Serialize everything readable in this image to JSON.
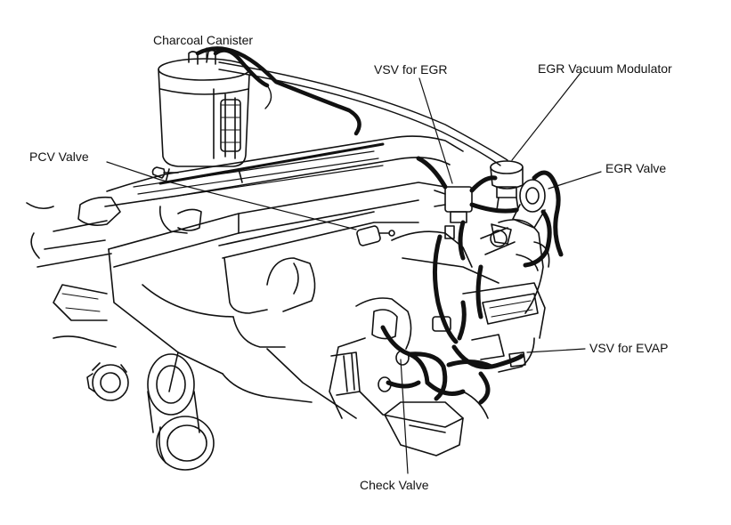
{
  "labels": {
    "charcoal_canister": "Charcoal Canister",
    "vsv_egr": "VSV for EGR",
    "egr_vacuum_modulator": "EGR Vacuum Modulator",
    "pcv_valve": "PCV Valve",
    "egr_valve": "EGR Valve",
    "vsv_evap": "VSV for EVAP",
    "check_valve": "Check Valve"
  },
  "colors": {
    "ink": "#111111",
    "paper": "#ffffff"
  }
}
